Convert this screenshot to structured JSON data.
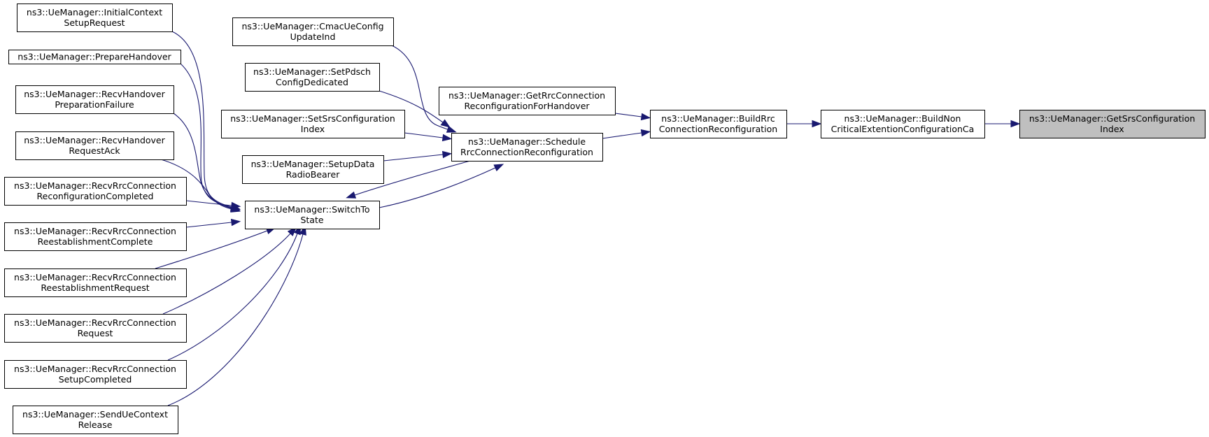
{
  "graph": {
    "root": "getsrs",
    "nodes": [
      {
        "id": "initialctx",
        "lines": [
          "ns3::UeManager::InitialContext",
          "SetupRequest"
        ]
      },
      {
        "id": "preparehandover",
        "lines": [
          "ns3::UeManager::PrepareHandover"
        ]
      },
      {
        "id": "recvhoprepfail",
        "lines": [
          "ns3::UeManager::RecvHandover",
          "PreparationFailure"
        ]
      },
      {
        "id": "recvhoreqack",
        "lines": [
          "ns3::UeManager::RecvHandover",
          "RequestAck"
        ]
      },
      {
        "id": "recvrrcreconfcompl",
        "lines": [
          "ns3::UeManager::RecvRrcConnection",
          "ReconfigurationCompleted"
        ]
      },
      {
        "id": "recvrrcreestcompl",
        "lines": [
          "ns3::UeManager::RecvRrcConnection",
          "ReestablishmentComplete"
        ]
      },
      {
        "id": "recvrrcreestreq",
        "lines": [
          "ns3::UeManager::RecvRrcConnection",
          "ReestablishmentRequest"
        ]
      },
      {
        "id": "recvrrcreq",
        "lines": [
          "ns3::UeManager::RecvRrcConnection",
          "Request"
        ]
      },
      {
        "id": "recvrrcsetupcompl",
        "lines": [
          "ns3::UeManager::RecvRrcConnection",
          "SetupCompleted"
        ]
      },
      {
        "id": "senduectxrelease",
        "lines": [
          "ns3::UeManager::SendUeContext",
          "Release"
        ]
      },
      {
        "id": "cmacueconfig",
        "lines": [
          "ns3::UeManager::CmacUeConfig",
          "UpdateInd"
        ]
      },
      {
        "id": "setpdsch",
        "lines": [
          "ns3::UeManager::SetPdsch",
          "ConfigDedicated"
        ]
      },
      {
        "id": "setsrsindex",
        "lines": [
          "ns3::UeManager::SetSrsConfiguration",
          "Index"
        ]
      },
      {
        "id": "setupdrb",
        "lines": [
          "ns3::UeManager::SetupData",
          "RadioBearer"
        ]
      },
      {
        "id": "switchto",
        "lines": [
          "ns3::UeManager::SwitchTo",
          "State"
        ]
      },
      {
        "id": "schedulerrc",
        "lines": [
          "ns3::UeManager::Schedule",
          "RrcConnectionReconfiguration"
        ]
      },
      {
        "id": "getrrcho",
        "lines": [
          "ns3::UeManager::GetRrcConnection",
          "ReconfigurationForHandover"
        ]
      },
      {
        "id": "buildrrc",
        "lines": [
          "ns3::UeManager::BuildRrc",
          "ConnectionReconfiguration"
        ]
      },
      {
        "id": "buildnoncrit",
        "lines": [
          "ns3::UeManager::BuildNon",
          "CriticalExtentionConfigurationCa"
        ]
      },
      {
        "id": "getsrs",
        "lines": [
          "ns3::UeManager::GetSrsConfiguration",
          "Index"
        ]
      }
    ],
    "edges": [
      {
        "from": "initialctx",
        "to": "switchto"
      },
      {
        "from": "preparehandover",
        "to": "switchto"
      },
      {
        "from": "recvhoprepfail",
        "to": "switchto"
      },
      {
        "from": "recvhoreqack",
        "to": "switchto"
      },
      {
        "from": "recvrrcreconfcompl",
        "to": "switchto"
      },
      {
        "from": "recvrrcreestcompl",
        "to": "switchto"
      },
      {
        "from": "recvrrcreestreq",
        "to": "switchto"
      },
      {
        "from": "recvrrcreq",
        "to": "switchto"
      },
      {
        "from": "recvrrcsetupcompl",
        "to": "switchto"
      },
      {
        "from": "senduectxrelease",
        "to": "switchto"
      },
      {
        "from": "schedulerrc",
        "to": "switchto"
      },
      {
        "from": "switchto",
        "to": "schedulerrc"
      },
      {
        "from": "cmacueconfig",
        "to": "schedulerrc"
      },
      {
        "from": "setpdsch",
        "to": "schedulerrc"
      },
      {
        "from": "setsrsindex",
        "to": "schedulerrc"
      },
      {
        "from": "setupdrb",
        "to": "schedulerrc"
      },
      {
        "from": "schedulerrc",
        "to": "buildrrc"
      },
      {
        "from": "getrrcho",
        "to": "buildrrc"
      },
      {
        "from": "buildrrc",
        "to": "buildnoncrit"
      },
      {
        "from": "buildnoncrit",
        "to": "getsrs"
      }
    ]
  }
}
